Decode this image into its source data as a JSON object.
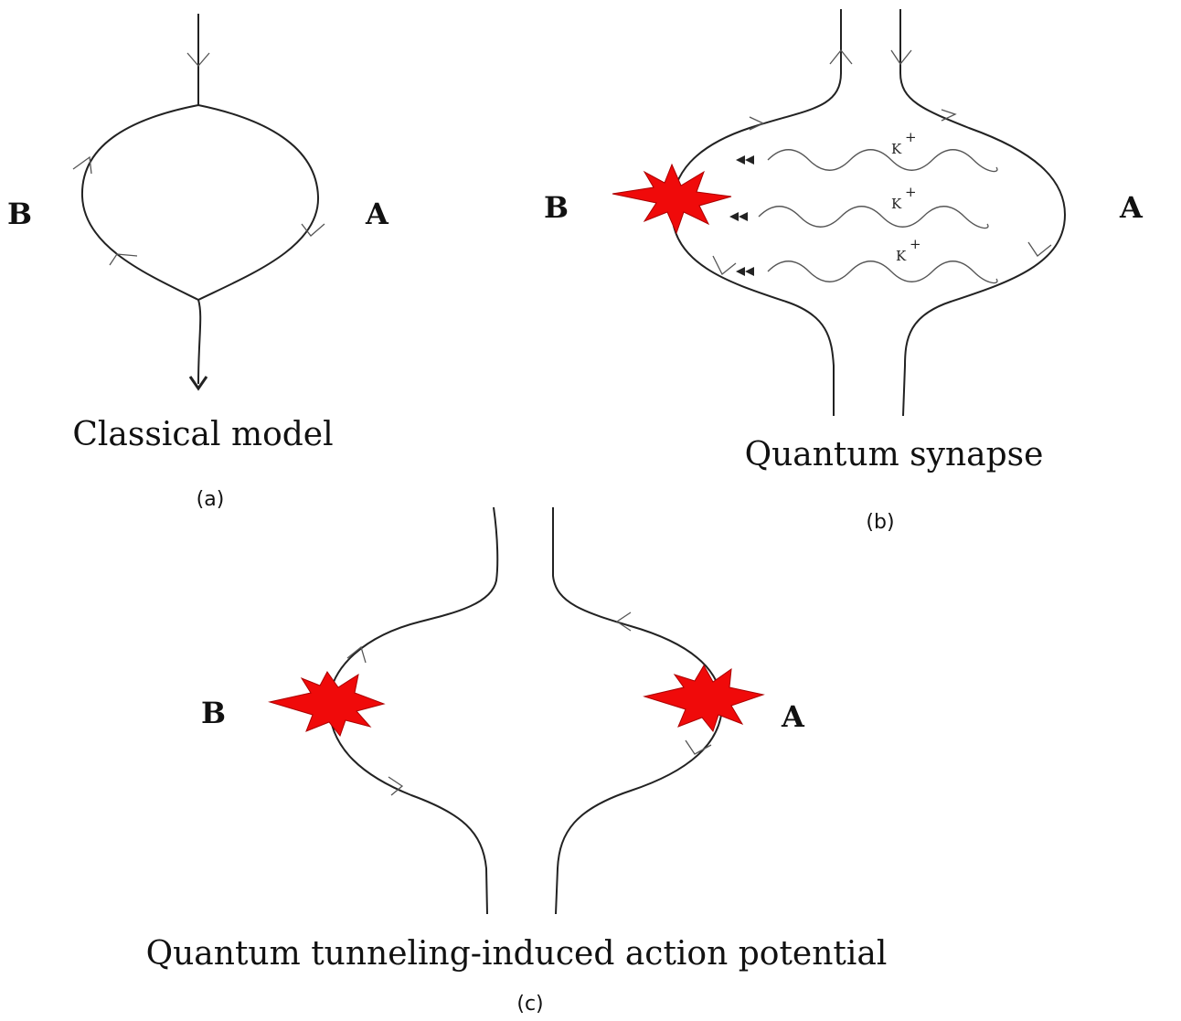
{
  "panel_a": {
    "caption": "Classical model",
    "sublabel": "(a)",
    "label_left": "B",
    "label_right": "A"
  },
  "panel_b": {
    "caption": "Quantum synapse",
    "sublabel": "(b)",
    "label_left": "B",
    "label_right": "A",
    "ion_label": "K",
    "ion_charge": "+"
  },
  "panel_c": {
    "caption": "Quantum tunneling-induced action potential",
    "sublabel": "(c)",
    "label_left": "B",
    "label_right": "A"
  },
  "colors": {
    "star": "#f00a0a",
    "line": "#222222"
  }
}
